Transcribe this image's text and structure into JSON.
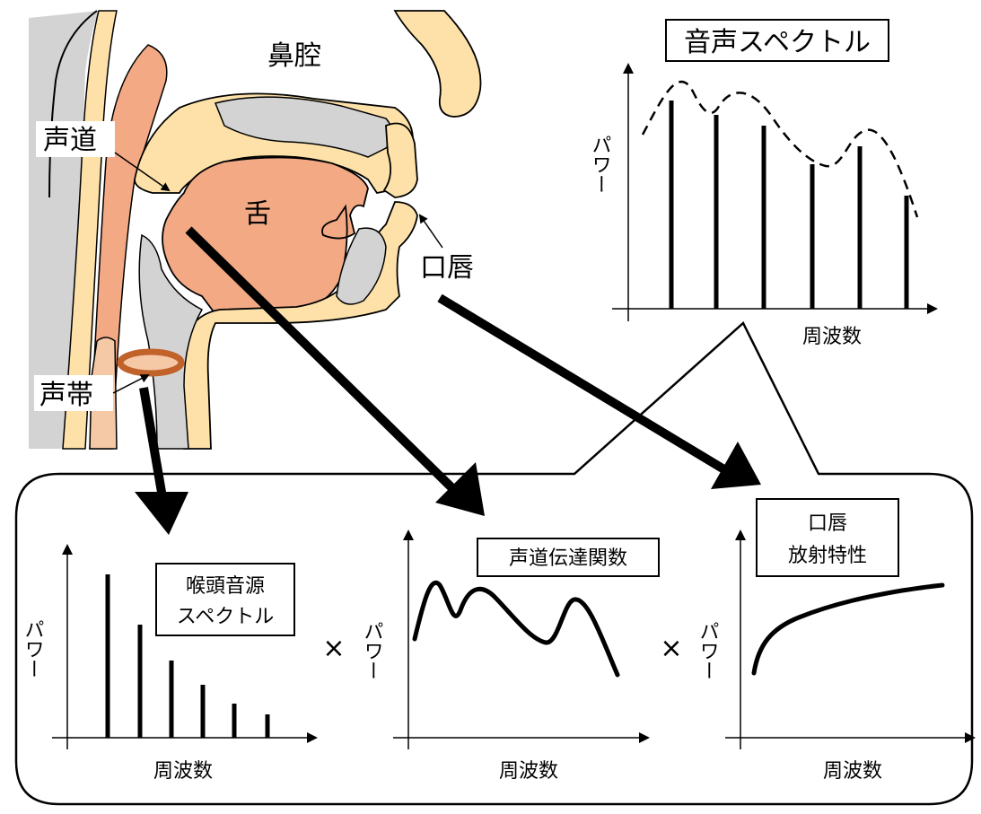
{
  "anatomy": {
    "nasal_cavity": "鼻腔",
    "vocal_tract": "声道",
    "tongue": "舌",
    "lips": "口唇",
    "vocal_folds": "声帯"
  },
  "speech_spectrum": {
    "title": "音声スペクトル",
    "ylabel": "パワー",
    "xlabel": "周波数"
  },
  "panels": [
    {
      "title_lines": [
        "喉頭音源",
        "スペクトル"
      ],
      "ylabel": "パワー",
      "xlabel": "周波数"
    },
    {
      "title_lines": [
        "声道伝達関数"
      ],
      "ylabel": "パワー",
      "xlabel": "周波数"
    },
    {
      "title_lines": [
        "口唇",
        "放射特性"
      ],
      "ylabel": "パワー",
      "xlabel": "周波数"
    }
  ],
  "operators": [
    "×",
    "×"
  ],
  "colors": {
    "skin_light": "#fde1a9",
    "tissue": "#f2a984",
    "gray": "#d3d3d3",
    "vocal_fold_ring": "#c0622a",
    "vocal_fold_fill": "#f5c8a6"
  }
}
